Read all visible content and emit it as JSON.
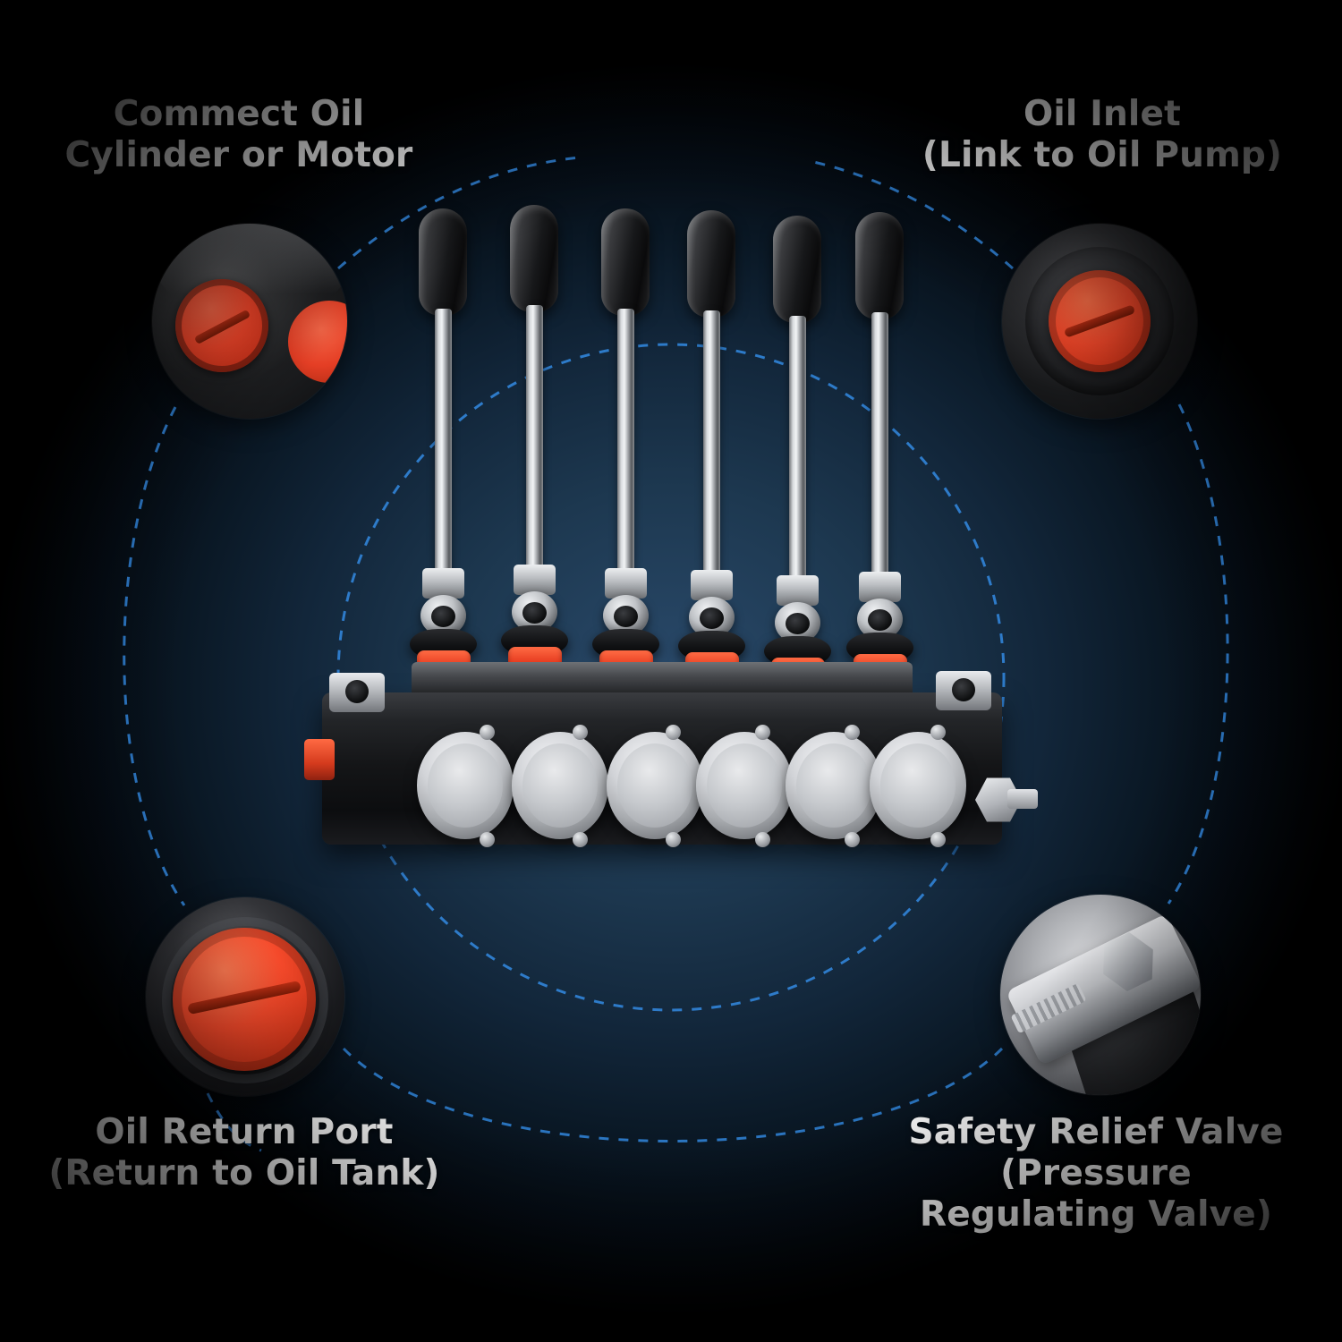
{
  "diagram": {
    "title": "Hydraulic directional control valve callout diagram",
    "background_color": "#12263a",
    "accent_color": "#2f7fd1",
    "label_color": "#ffffff",
    "callouts": [
      {
        "id": "connect-oil",
        "position": "top-left",
        "label": "Commect Oil\nCylinder or Motor",
        "bubble_name": "work-port-closeup"
      },
      {
        "id": "oil-inlet",
        "position": "top-right",
        "label": "Oil Inlet\n(Link to Oil Pump)",
        "bubble_name": "inlet-port-closeup"
      },
      {
        "id": "oil-return",
        "position": "bottom-left",
        "label": "Oil Return Port\n(Return to Oil Tank)",
        "bubble_name": "return-port-closeup"
      },
      {
        "id": "safety-relief",
        "position": "bottom-right",
        "label": "Safety Relief Valve\n(Pressure\nRegulating Valve)",
        "bubble_name": "relief-valve-closeup"
      }
    ],
    "product": {
      "name": "6-spool hydraulic directional control valve",
      "lever_count": 6,
      "spool_cap_count": 6,
      "colors": {
        "plug_red": "#f2482a",
        "body_black": "#141517",
        "metal_silver": "#c5c8cc"
      }
    }
  }
}
